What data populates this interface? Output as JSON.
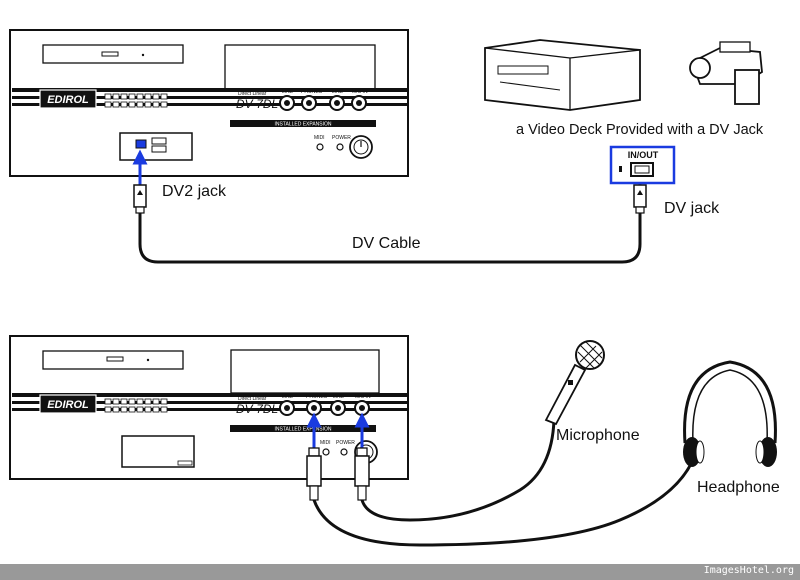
{
  "colors": {
    "line": "#111111",
    "arrow": "#1a3be0",
    "highlight_box": "#1a3be0",
    "footer_bar": "#999999"
  },
  "unit_top": {
    "brand": "EDIROL",
    "model": "DV-7DL",
    "top_tagline": "Direct Linear",
    "expansion_strip": "INSTALLED EXPANSION",
    "knob_labels": [
      "LINE",
      "PHONES",
      "LINE",
      "MIC IN"
    ],
    "small_labels": [
      "MIDI",
      "POWER"
    ]
  },
  "unit_bottom": {
    "brand": "EDIROL",
    "model": "DV-7DL",
    "top_tagline": "Direct Linear",
    "expansion_strip": "INSTALLED EXPANSION",
    "knob_labels": [
      "LINE",
      "PHONES",
      "LINE",
      "MIC IN"
    ],
    "small_labels": [
      "MIDI",
      "POWER"
    ]
  },
  "labels": {
    "dv2_jack": "DV2 jack",
    "dv_cable": "DV Cable",
    "dv_jack": "DV jack",
    "video_deck": "a Video Deck Provided with a DV Jack",
    "in_out": "IN/OUT",
    "microphone": "Microphone",
    "headphone": "Headphone"
  },
  "icons": [
    "video-deck-icon",
    "camcorder-icon",
    "microphone-icon",
    "headphone-icon",
    "dv-plug-icon",
    "phone-plug-icon"
  ],
  "watermark": "ImagesHotel.org"
}
